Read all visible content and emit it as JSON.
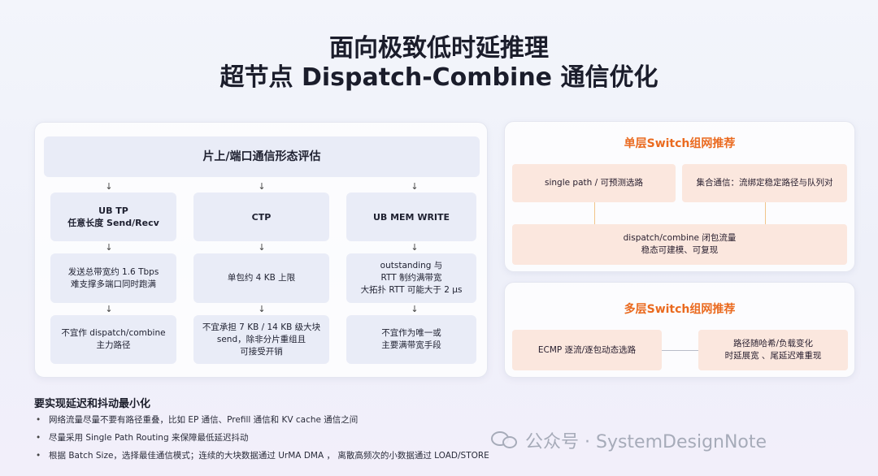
{
  "title": {
    "line1": "面向极致低时延推理",
    "line2": "超节点 Dispatch-Combine 通信优化"
  },
  "left": {
    "header": "片上/端口通信形态评估",
    "arrow": "↓",
    "columns": [
      {
        "name": "UB TP\n任意长度 Send/Recv",
        "detail": "发送总带宽约 1.6 Tbps\n难支撑多端口同时跑满",
        "conclusion": "不宜作 dispatch/combine\n主力路径"
      },
      {
        "name": "CTP",
        "detail": "单包约 4 KB 上限",
        "conclusion": "不宜承担 7 KB / 14 KB 级大块\nsend，除非分片重组且\n可接受开销"
      },
      {
        "name": "UB MEM WRITE",
        "detail": "outstanding 与\nRTT 制约满带宽\n大拓扑 RTT 可能大于 2 µs",
        "conclusion": "不宜作为唯一或\n主要满带宽手段"
      }
    ]
  },
  "single_switch": {
    "title": "单层Switch组网推荐",
    "box1": "single path / 可预测选路",
    "box2": "集合通信：流绑定稳定路径与队列对",
    "box3": "dispatch/combine 闭包流量\n稳态可建模、可复现"
  },
  "multi_switch": {
    "title": "多层Switch组网推荐",
    "box1": "ECMP 逐流/逐包动态选路",
    "box2": "路径随哈希/负载变化\n时延展宽 、尾延迟难重现"
  },
  "bottom": {
    "title": "要实现延迟和抖动最小化",
    "bullets": [
      "网络流量尽量不要有路径重叠，比如 EP 通信、Prefill 通信和 KV cache 通信之间",
      "尽量采用 Single Path Routing 来保障最低延迟抖动",
      "根据 Batch Size，选择最佳通信模式；连续的大块数据通过 UrMA DMA ， 离散高频次的小数据通过 LOAD/STORE"
    ]
  },
  "watermark": {
    "icon": "wechat-icon",
    "text": "公众号 · SystemDesignNote"
  },
  "colors": {
    "accent": "#ea6a1f",
    "orange_box": "#fbe7de",
    "blue_box": "#e9ecf7"
  }
}
